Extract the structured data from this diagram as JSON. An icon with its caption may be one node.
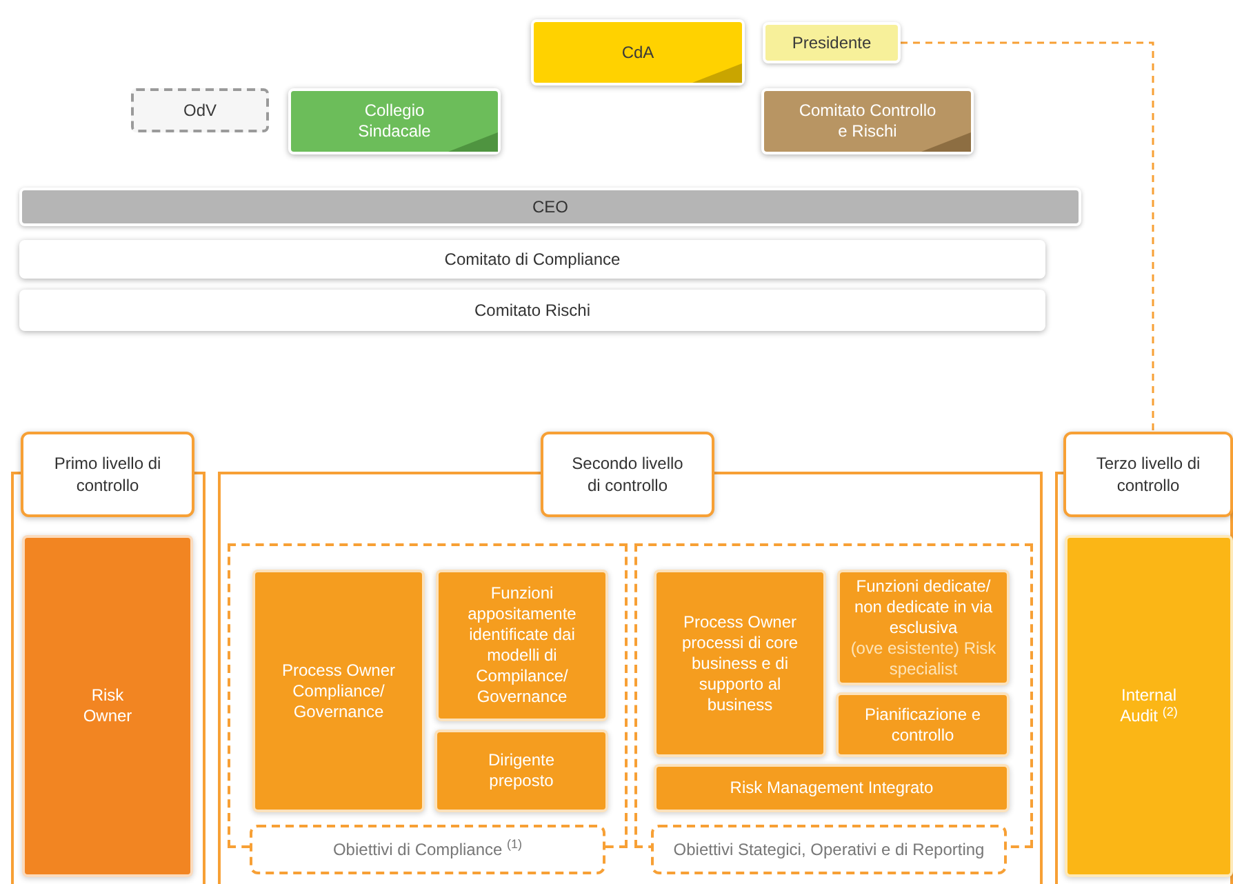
{
  "diagram": {
    "nodes": [
      {
        "text": [
          "CdA"
        ]
      },
      {
        "text": [
          "Presidente"
        ]
      },
      {
        "text": [
          "OdV"
        ]
      },
      {
        "text": [
          "Collegio Sindacale"
        ]
      },
      {
        "text": [
          "Comitato Controllo e Rischi"
        ]
      },
      {
        "text": [
          "CEO"
        ]
      },
      {
        "text": [
          "Comitato di Compliance"
        ]
      },
      {
        "text": [
          "Comitato Rischi"
        ]
      },
      {
        "text": [
          "Primo livello di controllo"
        ]
      },
      {
        "text": [
          "Risk Owner"
        ],
        "in": 8
      },
      {
        "text": [
          "Secondo livello di controllo"
        ]
      },
      {
        "text": [],
        "shape": "box",
        "in": 10
      },
      {
        "text": [
          "Process Owner Compliance/ Governance"
        ],
        "in": 11
      },
      {
        "text": [
          "Funzioni appositamente identificate dai modelli di Compilance/ Governance"
        ],
        "in": 11
      },
      {
        "text": [
          "Dirigente preposto"
        ],
        "in": 11
      },
      {
        "text": [
          "Obiettivi di Compliance $^{(1)}$"
        ],
        "in": 10
      },
      {
        "text": [],
        "shape": "box",
        "in": 10
      },
      {
        "text": [
          "Process Owner processi di core business e di supporto al business"
        ],
        "in": 16
      },
      {
        "text": [
          "Funzioni dedicate/ non dedicate in via esclusiva",
          "(ove esistente) Risk specialist"
        ],
        "in": 16
      },
      {
        "text": [
          "Pianificazione e controllo"
        ],
        "in": 16
      },
      {
        "text": [
          "Risk Management Integrato"
        ],
        "in": 16
      },
      {
        "text": [
          "Obiettivi Stategici, Operativi e di Reporting"
        ],
        "in": 10
      },
      {
        "text": [
          "Terzo livello di controllo"
        ]
      },
      {
        "text": [
          "Internal Audit $^{(2)}$"
        ],
        "in": 22
      }
    ],
    "edges": [
      {
        "from": 1,
        "to": 22,
        "arrow": "none",
        "style": "dashed"
      }
    ]
  }
}
